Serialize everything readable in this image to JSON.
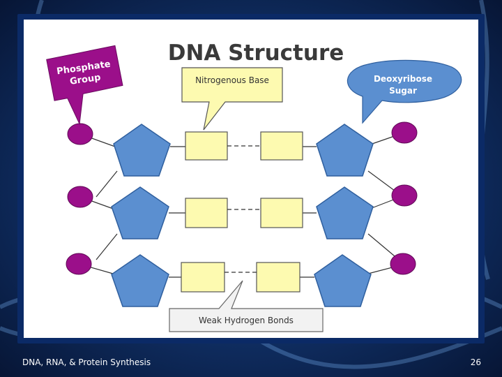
{
  "title": "DNA Structure",
  "callouts": {
    "phosphate_line1": "Phosphate",
    "phosphate_line2": "Group",
    "base": "Nitrogenous Base",
    "sugar_line1": "Deoxyribose",
    "sugar_line2": "Sugar",
    "bonds": "Weak Hydrogen Bonds"
  },
  "footer": {
    "left": "DNA, RNA, & Protein Synthesis",
    "page": "26"
  },
  "colors": {
    "background": "#0a1f4e",
    "frame": "#0b2a66",
    "slide": "#ffffff",
    "phosphate": "#9b0f8a",
    "sugar": "#5b8fd0",
    "base": "#fdfab0",
    "bonds_box": "#f2f2f2"
  }
}
